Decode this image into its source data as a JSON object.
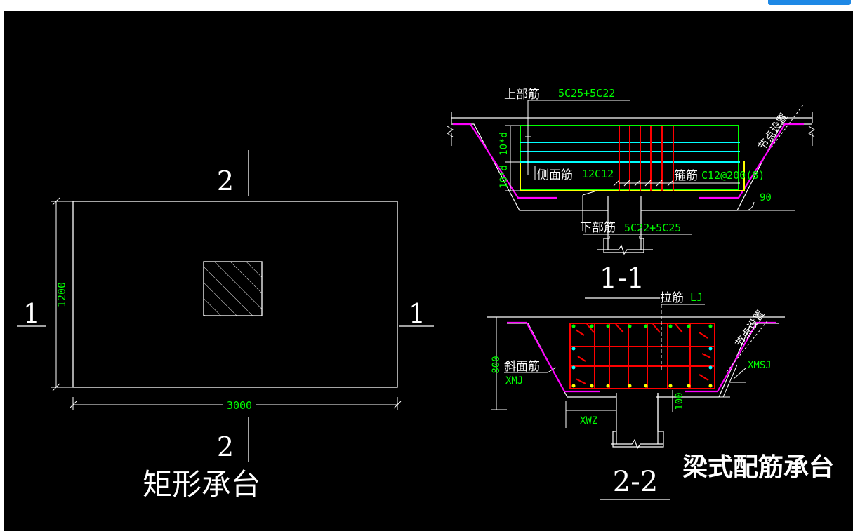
{
  "colors": {
    "background": "#000000",
    "white": "#ffffff",
    "green": "#00ff00",
    "cyan": "#00ffff",
    "yellow": "#ffff00",
    "red": "#ff0000",
    "magenta": "#ff00ff",
    "accent_button": "#1e88e5"
  },
  "left_plan": {
    "caption": "矩形承台",
    "dim_width": "3000",
    "dim_height": "1200",
    "section_1_left": "1",
    "section_1_right": "1",
    "section_2_top": "2",
    "section_2_bottom": "2"
  },
  "section_1_1": {
    "title": "1-1",
    "top_bar_label": "上部筋",
    "top_bar_spec": "5C25+5C22",
    "side_bar_label": "侧面筋",
    "side_bar_spec": "12C12",
    "stirrup_label": "箍筋",
    "stirrup_spec": "C12@200(8)",
    "bottom_bar_label": "下部筋",
    "bottom_bar_spec": "5C22+5C25",
    "node_label": "节点设置",
    "angle": "90",
    "dim_upper": "10*d",
    "dim_lower": "10*d"
  },
  "section_2_2": {
    "title": "2-2",
    "tie_label": "拉筋",
    "tie_spec": "LJ",
    "slope_bar_label": "斜面筋",
    "slope_bar_spec": "XMJ",
    "node_label": "节点设置",
    "xmsj": "XMSJ",
    "xwz": "XWZ",
    "dim_height": "800",
    "dim_cover": "100"
  },
  "main_caption": "梁式配筋承台"
}
